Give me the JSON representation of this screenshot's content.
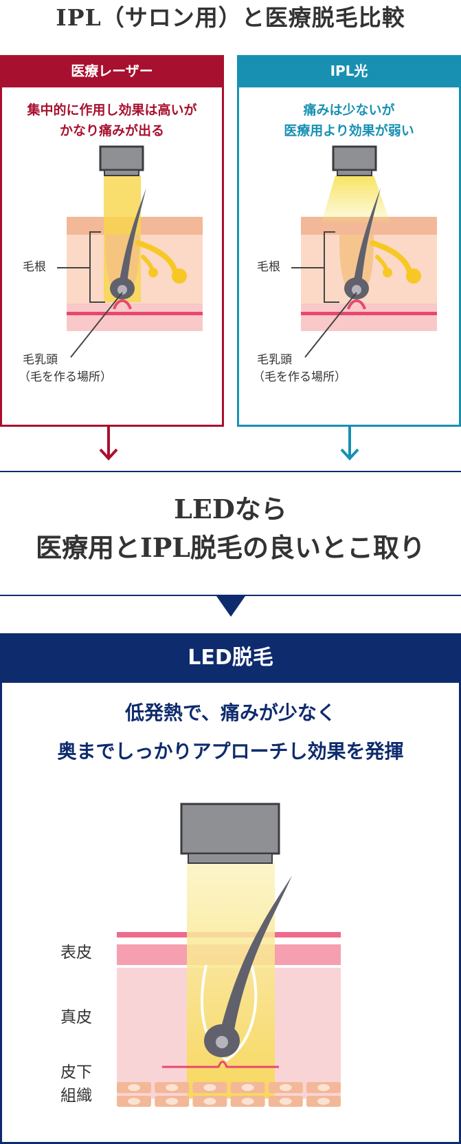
{
  "title": "IPL（サロン用）と医療脱毛比較",
  "laser_panel": {
    "heading": "医療レーザー",
    "desc_line1": "集中的に作用し効果は高いが",
    "desc_line2": "かなり痛みが出る",
    "root_label": "毛根",
    "papilla_label_line1": "毛乳頭",
    "papilla_label_line2": "（毛を作る場所）"
  },
  "ipl_panel": {
    "heading": "IPL光",
    "desc_line1": "痛みは少ないが",
    "desc_line2": "医療用より効果が弱い",
    "root_label": "毛根",
    "papilla_label_line1": "毛乳頭",
    "papilla_label_line2": "（毛を作る場所）"
  },
  "middle": {
    "line1": "LEDなら",
    "line2": "医療用とIPL脱毛の良いとこ取り"
  },
  "led_panel": {
    "heading": "LED脱毛",
    "desc_line1": "低発熱で、痛みが少なく",
    "desc_line2": "奥までしっかりアプローチし効果を発揮",
    "epidermis_label": "表皮",
    "dermis_label": "真皮",
    "subcutaneous_label_line1": "皮下",
    "subcutaneous_label_line2": "組織"
  },
  "colors": {
    "laser": "#a8102f",
    "ipl": "#1890b2",
    "navy": "#0e2b6d"
  }
}
